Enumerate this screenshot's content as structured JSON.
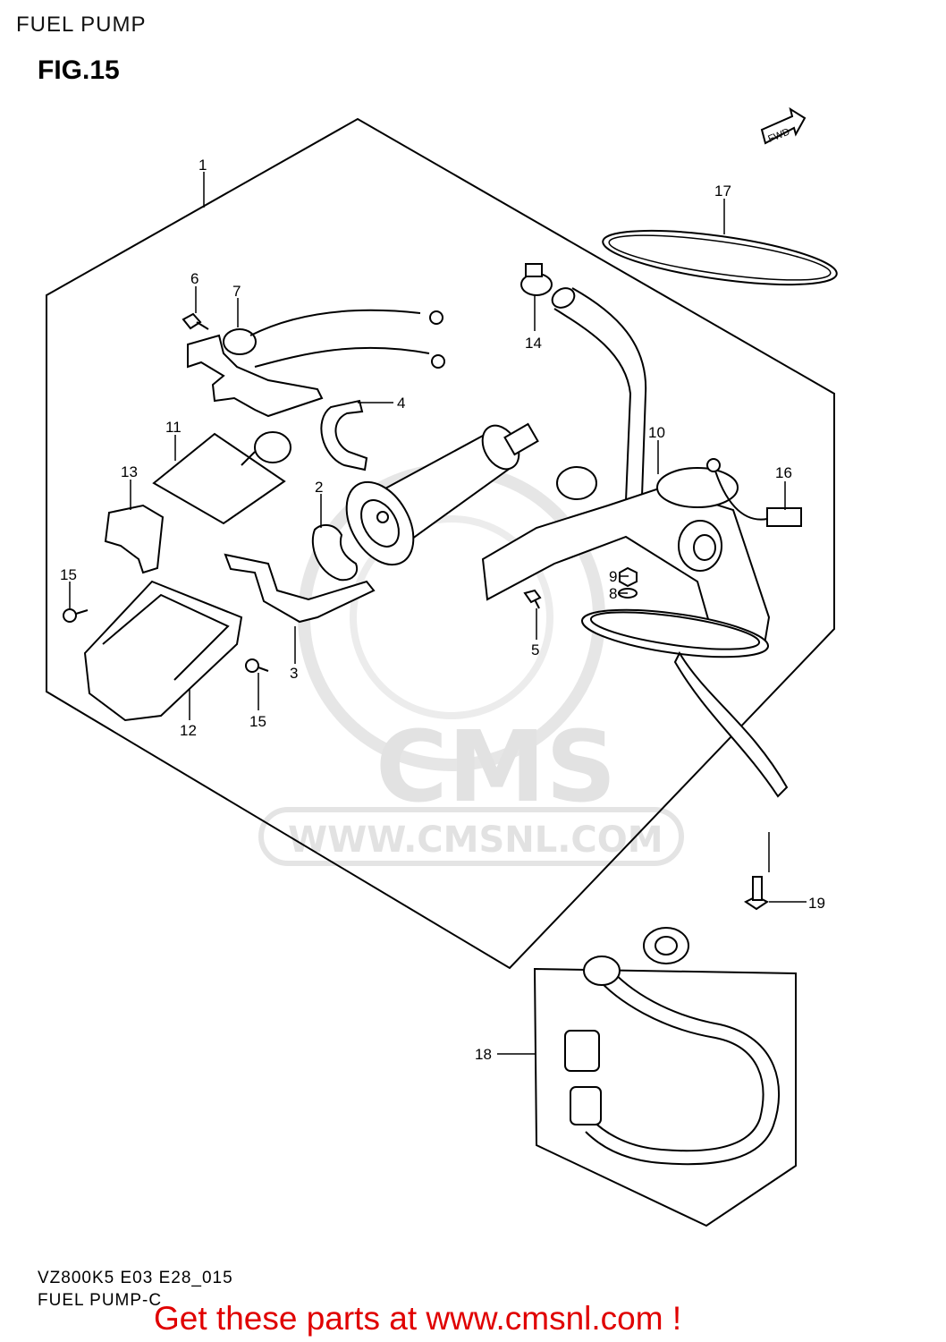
{
  "header": {
    "section_title": "FUEL PUMP",
    "figure_title": "FIG.15"
  },
  "diagram": {
    "direction_marker": "FWD",
    "part_labels": [
      "1",
      "2",
      "3",
      "4",
      "5",
      "6",
      "7",
      "8",
      "9",
      "10",
      "11",
      "12",
      "13",
      "14",
      "15",
      "15",
      "16",
      "17",
      "18",
      "19"
    ],
    "watermark": {
      "logo_text": "CMS",
      "url_text": "WWW.CMSNL.COM"
    }
  },
  "footer": {
    "diagram_code": "VZ800K5 E03 E28_015",
    "diagram_name": "FUEL PUMP-C",
    "promo_text": "Get these parts at www.cmsnl.com !",
    "promo_color": "#e00000"
  }
}
